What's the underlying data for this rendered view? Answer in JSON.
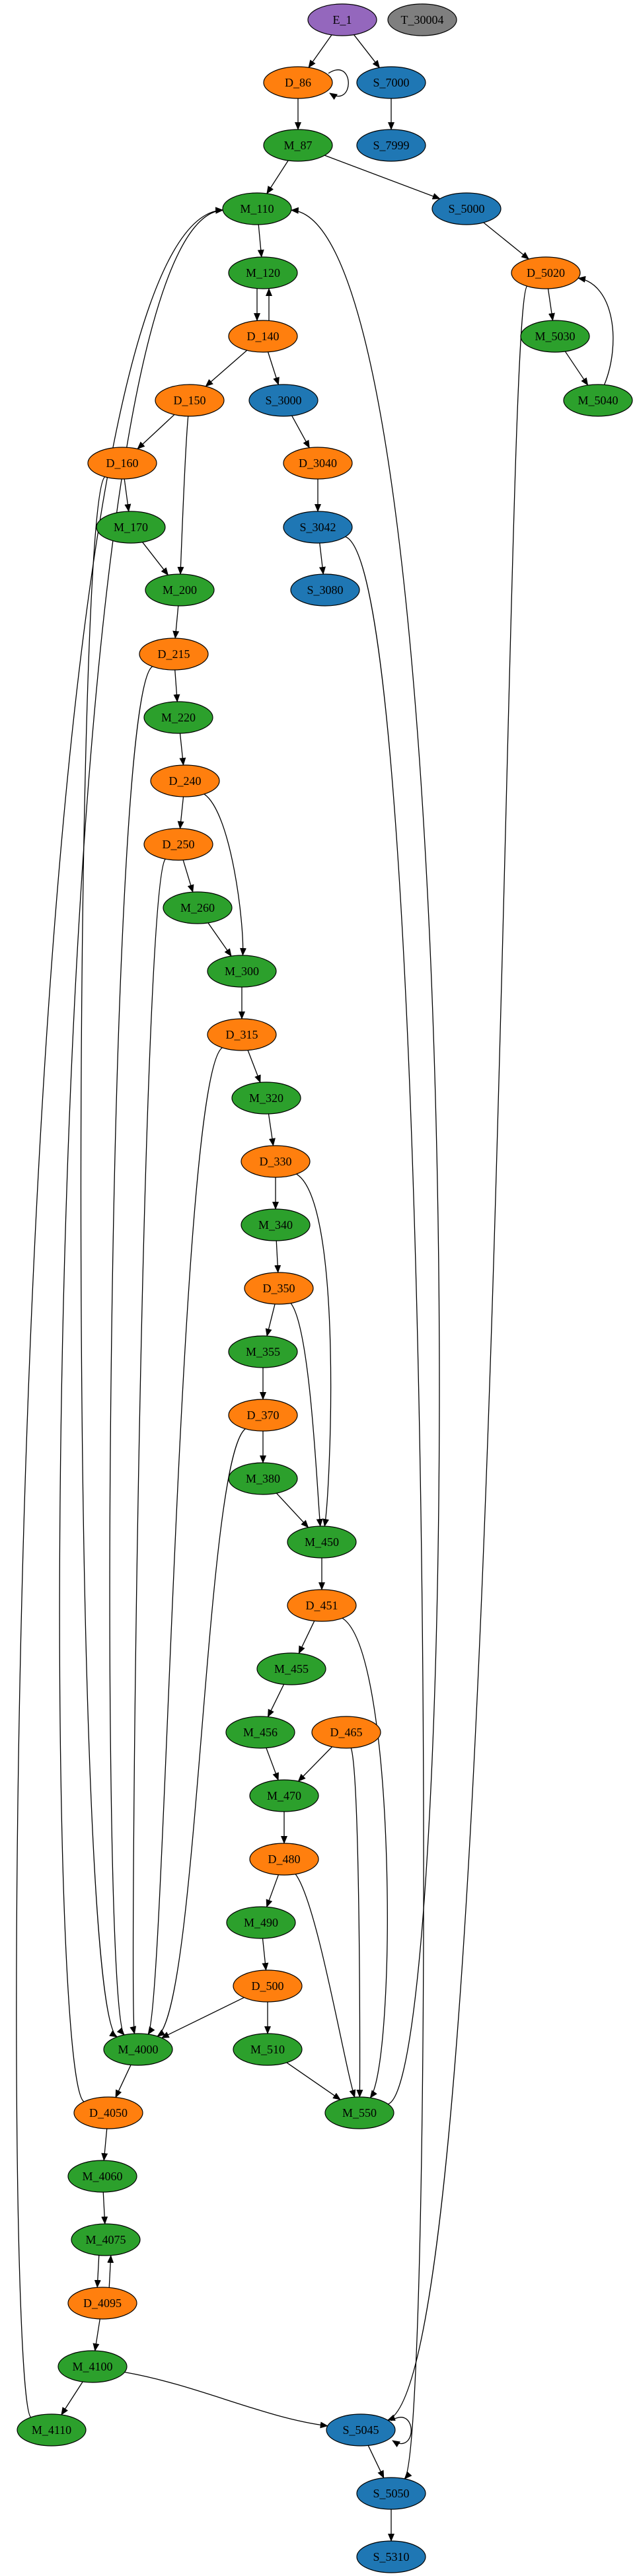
{
  "colors": {
    "entry": "#9467bd",
    "decision": "#ff7f0e",
    "merge": "#2ca02c",
    "state": "#1f77b4",
    "terminal": "#7f7f7f"
  },
  "nodes": [
    {
      "id": "E_1",
      "label": "E_1",
      "kind": "entry"
    },
    {
      "id": "T_30004",
      "label": "T_30004",
      "kind": "terminal"
    },
    {
      "id": "D_86",
      "label": "D_86",
      "kind": "decision"
    },
    {
      "id": "S_7000",
      "label": "S_7000",
      "kind": "state"
    },
    {
      "id": "M_87",
      "label": "M_87",
      "kind": "merge"
    },
    {
      "id": "S_7999",
      "label": "S_7999",
      "kind": "state"
    },
    {
      "id": "M_110",
      "label": "M_110",
      "kind": "merge"
    },
    {
      "id": "S_5000",
      "label": "S_5000",
      "kind": "state"
    },
    {
      "id": "M_120",
      "label": "M_120",
      "kind": "merge"
    },
    {
      "id": "D_5020",
      "label": "D_5020",
      "kind": "decision"
    },
    {
      "id": "D_140",
      "label": "D_140",
      "kind": "decision"
    },
    {
      "id": "M_5030",
      "label": "M_5030",
      "kind": "merge"
    },
    {
      "id": "D_150",
      "label": "D_150",
      "kind": "decision"
    },
    {
      "id": "S_3000",
      "label": "S_3000",
      "kind": "state"
    },
    {
      "id": "M_5040",
      "label": "M_5040",
      "kind": "merge"
    },
    {
      "id": "D_160",
      "label": "D_160",
      "kind": "decision"
    },
    {
      "id": "D_3040",
      "label": "D_3040",
      "kind": "decision"
    },
    {
      "id": "M_170",
      "label": "M_170",
      "kind": "merge"
    },
    {
      "id": "S_3042",
      "label": "S_3042",
      "kind": "state"
    },
    {
      "id": "M_200",
      "label": "M_200",
      "kind": "merge"
    },
    {
      "id": "S_3080",
      "label": "S_3080",
      "kind": "state"
    },
    {
      "id": "D_215",
      "label": "D_215",
      "kind": "decision"
    },
    {
      "id": "M_220",
      "label": "M_220",
      "kind": "merge"
    },
    {
      "id": "D_240",
      "label": "D_240",
      "kind": "decision"
    },
    {
      "id": "D_250",
      "label": "D_250",
      "kind": "decision"
    },
    {
      "id": "M_260",
      "label": "M_260",
      "kind": "merge"
    },
    {
      "id": "M_300",
      "label": "M_300",
      "kind": "merge"
    },
    {
      "id": "D_315",
      "label": "D_315",
      "kind": "decision"
    },
    {
      "id": "M_320",
      "label": "M_320",
      "kind": "merge"
    },
    {
      "id": "D_330",
      "label": "D_330",
      "kind": "decision"
    },
    {
      "id": "M_340",
      "label": "M_340",
      "kind": "merge"
    },
    {
      "id": "D_350",
      "label": "D_350",
      "kind": "decision"
    },
    {
      "id": "M_355",
      "label": "M_355",
      "kind": "merge"
    },
    {
      "id": "D_370",
      "label": "D_370",
      "kind": "decision"
    },
    {
      "id": "M_380",
      "label": "M_380",
      "kind": "merge"
    },
    {
      "id": "M_450",
      "label": "M_450",
      "kind": "merge"
    },
    {
      "id": "D_451",
      "label": "D_451",
      "kind": "decision"
    },
    {
      "id": "M_455",
      "label": "M_455",
      "kind": "merge"
    },
    {
      "id": "M_456",
      "label": "M_456",
      "kind": "merge"
    },
    {
      "id": "D_465",
      "label": "D_465",
      "kind": "decision"
    },
    {
      "id": "M_470",
      "label": "M_470",
      "kind": "merge"
    },
    {
      "id": "D_480",
      "label": "D_480",
      "kind": "decision"
    },
    {
      "id": "M_490",
      "label": "M_490",
      "kind": "merge"
    },
    {
      "id": "D_500",
      "label": "D_500",
      "kind": "decision"
    },
    {
      "id": "M_4000",
      "label": "M_4000",
      "kind": "merge"
    },
    {
      "id": "M_510",
      "label": "M_510",
      "kind": "merge"
    },
    {
      "id": "D_4050",
      "label": "D_4050",
      "kind": "decision"
    },
    {
      "id": "M_550",
      "label": "M_550",
      "kind": "merge"
    },
    {
      "id": "M_4060",
      "label": "M_4060",
      "kind": "merge"
    },
    {
      "id": "M_4075",
      "label": "M_4075",
      "kind": "merge"
    },
    {
      "id": "D_4095",
      "label": "D_4095",
      "kind": "decision"
    },
    {
      "id": "M_4100",
      "label": "M_4100",
      "kind": "merge"
    },
    {
      "id": "M_4110",
      "label": "M_4110",
      "kind": "merge"
    },
    {
      "id": "S_5045",
      "label": "S_5045",
      "kind": "state"
    },
    {
      "id": "S_5050",
      "label": "S_5050",
      "kind": "state"
    },
    {
      "id": "S_5310",
      "label": "S_5310",
      "kind": "state"
    }
  ],
  "edges": [
    {
      "from": "E_1",
      "to": "D_86"
    },
    {
      "from": "E_1",
      "to": "S_7000"
    },
    {
      "from": "D_86",
      "to": "D_86"
    },
    {
      "from": "D_86",
      "to": "M_87"
    },
    {
      "from": "S_7000",
      "to": "S_7999"
    },
    {
      "from": "M_87",
      "to": "M_110"
    },
    {
      "from": "M_87",
      "to": "S_5000"
    },
    {
      "from": "S_5000",
      "to": "D_5020"
    },
    {
      "from": "M_110",
      "to": "M_120"
    },
    {
      "from": "M_120",
      "to": "D_140"
    },
    {
      "from": "D_140",
      "to": "M_120"
    },
    {
      "from": "D_140",
      "to": "D_150"
    },
    {
      "from": "D_140",
      "to": "S_3000"
    },
    {
      "from": "D_5020",
      "to": "M_5030"
    },
    {
      "from": "M_5030",
      "to": "M_5040"
    },
    {
      "from": "M_5040",
      "to": "D_5020"
    },
    {
      "from": "D_5020",
      "to": "S_5045"
    },
    {
      "from": "D_150",
      "to": "D_160"
    },
    {
      "from": "D_150",
      "to": "M_200"
    },
    {
      "from": "S_3000",
      "to": "D_3040"
    },
    {
      "from": "D_3040",
      "to": "S_3042"
    },
    {
      "from": "S_3042",
      "to": "S_3080"
    },
    {
      "from": "S_3042",
      "to": "S_5050"
    },
    {
      "from": "D_160",
      "to": "M_170"
    },
    {
      "from": "D_160",
      "to": "M_4000"
    },
    {
      "from": "M_170",
      "to": "M_200"
    },
    {
      "from": "M_200",
      "to": "D_215"
    },
    {
      "from": "D_215",
      "to": "M_220"
    },
    {
      "from": "D_215",
      "to": "M_4000"
    },
    {
      "from": "M_220",
      "to": "D_240"
    },
    {
      "from": "D_240",
      "to": "D_250"
    },
    {
      "from": "D_240",
      "to": "M_300"
    },
    {
      "from": "D_250",
      "to": "M_260"
    },
    {
      "from": "D_250",
      "to": "M_4000"
    },
    {
      "from": "M_260",
      "to": "M_300"
    },
    {
      "from": "M_300",
      "to": "D_315"
    },
    {
      "from": "D_315",
      "to": "M_320"
    },
    {
      "from": "D_315",
      "to": "M_4000"
    },
    {
      "from": "M_320",
      "to": "D_330"
    },
    {
      "from": "D_330",
      "to": "M_340"
    },
    {
      "from": "D_330",
      "to": "M_450"
    },
    {
      "from": "M_340",
      "to": "D_350"
    },
    {
      "from": "D_350",
      "to": "M_355"
    },
    {
      "from": "D_350",
      "to": "M_450"
    },
    {
      "from": "M_355",
      "to": "D_370"
    },
    {
      "from": "D_370",
      "to": "M_380"
    },
    {
      "from": "D_370",
      "to": "M_4000"
    },
    {
      "from": "M_380",
      "to": "M_450"
    },
    {
      "from": "M_450",
      "to": "D_451"
    },
    {
      "from": "D_451",
      "to": "M_455"
    },
    {
      "from": "D_451",
      "to": "M_550"
    },
    {
      "from": "M_455",
      "to": "M_456"
    },
    {
      "from": "M_456",
      "to": "M_470"
    },
    {
      "from": "D_465",
      "to": "M_470"
    },
    {
      "from": "D_465",
      "to": "M_550"
    },
    {
      "from": "M_470",
      "to": "D_480"
    },
    {
      "from": "D_480",
      "to": "M_490"
    },
    {
      "from": "D_480",
      "to": "M_550"
    },
    {
      "from": "M_490",
      "to": "D_500"
    },
    {
      "from": "D_500",
      "to": "M_4000"
    },
    {
      "from": "D_500",
      "to": "M_510"
    },
    {
      "from": "M_510",
      "to": "M_550"
    },
    {
      "from": "M_550",
      "to": "M_110"
    },
    {
      "from": "M_4000",
      "to": "D_4050"
    },
    {
      "from": "D_4050",
      "to": "M_110"
    },
    {
      "from": "D_4050",
      "to": "M_4060"
    },
    {
      "from": "M_4060",
      "to": "M_4075"
    },
    {
      "from": "M_4075",
      "to": "D_4095"
    },
    {
      "from": "D_4095",
      "to": "M_4075"
    },
    {
      "from": "D_4095",
      "to": "M_4100"
    },
    {
      "from": "M_4100",
      "to": "M_4110"
    },
    {
      "from": "M_4100",
      "to": "S_5045"
    },
    {
      "from": "M_4110",
      "to": "M_110"
    },
    {
      "from": "S_5045",
      "to": "S_5045"
    },
    {
      "from": "S_5045",
      "to": "S_5050"
    },
    {
      "from": "S_5050",
      "to": "S_5310"
    }
  ]
}
